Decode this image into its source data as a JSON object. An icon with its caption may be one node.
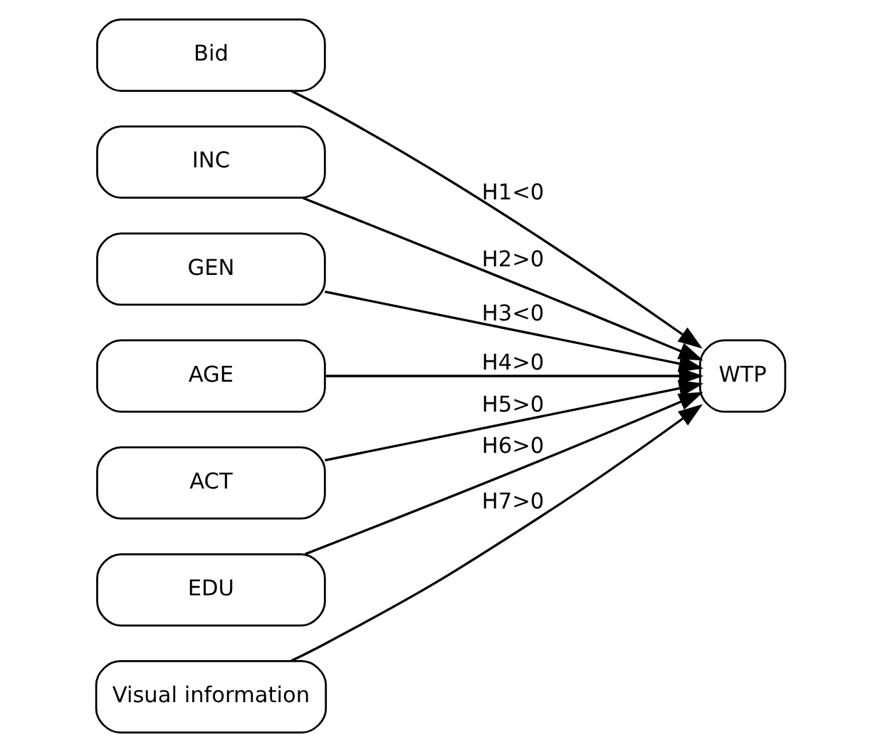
{
  "diagram": {
    "nodes": [
      {
        "text": [
          "Bid"
        ]
      },
      {
        "text": [
          "INC"
        ]
      },
      {
        "text": [
          "GEN"
        ]
      },
      {
        "text": [
          "AGE"
        ]
      },
      {
        "text": [
          "ACT"
        ]
      },
      {
        "text": [
          "EDU"
        ]
      },
      {
        "text": [
          "Visual information"
        ]
      },
      {
        "text": [
          "WTP"
        ]
      }
    ],
    "edges": [
      {
        "from": 0,
        "to": 7,
        "arrow": "to",
        "label": "H1<0"
      },
      {
        "from": 1,
        "to": 7,
        "arrow": "to",
        "label": "H2>0"
      },
      {
        "from": 2,
        "to": 7,
        "arrow": "to",
        "label": "H3<0"
      },
      {
        "from": 3,
        "to": 7,
        "arrow": "to",
        "label": "H4>0"
      },
      {
        "from": 4,
        "to": 7,
        "arrow": "to",
        "label": "H5>0"
      },
      {
        "from": 5,
        "to": 7,
        "arrow": "to",
        "label": "H6>0"
      },
      {
        "from": 6,
        "to": 7,
        "arrow": "to",
        "label": "H7>0"
      }
    ]
  }
}
